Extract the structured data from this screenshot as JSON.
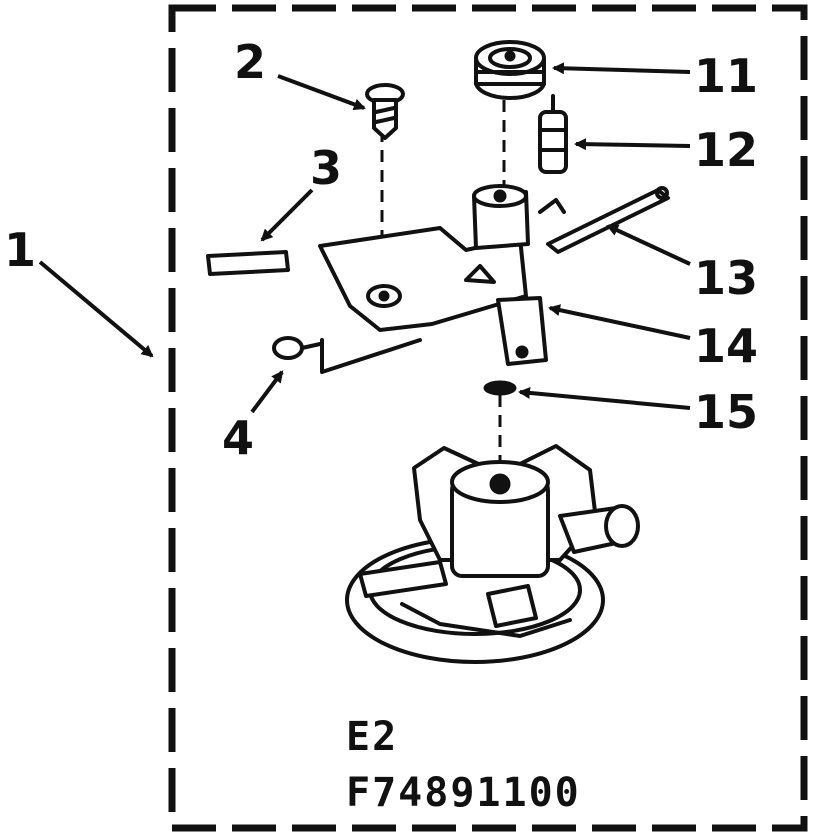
{
  "diagram": {
    "callouts": [
      {
        "id": "1",
        "label": "1"
      },
      {
        "id": "2",
        "label": "2"
      },
      {
        "id": "3",
        "label": "3"
      },
      {
        "id": "4",
        "label": "4"
      },
      {
        "id": "11",
        "label": "11"
      },
      {
        "id": "12",
        "label": "12"
      },
      {
        "id": "13",
        "label": "13"
      },
      {
        "id": "14",
        "label": "14"
      },
      {
        "id": "15",
        "label": "15"
      }
    ],
    "section_code": "E2",
    "figure_number": "F74891100"
  }
}
